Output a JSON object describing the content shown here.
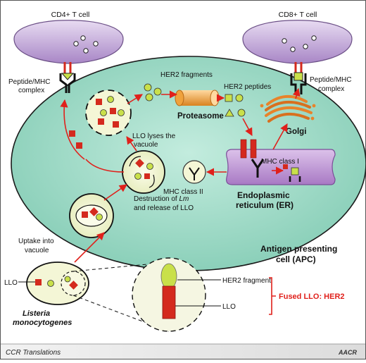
{
  "labels": {
    "cd4_cell": "CD4+ T cell",
    "cd8_cell": "CD8+ T cell",
    "peptide_mhc_left_1": "Peptide/MHC",
    "peptide_mhc_left_2": "complex",
    "peptide_mhc_right_1": "Peptide/MHC",
    "peptide_mhc_right_2": "complex",
    "her2_fragments": "HER2 fragments",
    "her2_peptides": "HER2 peptides",
    "proteasome": "Proteasome",
    "golgi": "Golgi",
    "lysis_1": "LLO lyses the",
    "lysis_2": "vacuole",
    "mhc_class_i": "MHC class I",
    "mhc_class_ii": "MHC class II",
    "er_1": "Endoplasmic",
    "er_2": "reticulum (ER)",
    "destruction_1": "Destruction of",
    "destruction_lm": "Lm",
    "destruction_2": "and release of LLO",
    "uptake_1": "Uptake into",
    "uptake_2": "vacuole",
    "apc_1": "Antigen presenting",
    "apc_2": "cell (APC)",
    "llo_small": "LLO",
    "listeria_1": "Listeria",
    "listeria_2": "monocytogenes",
    "her2_fragment": "HER2 fragment",
    "llo_big": "LLO",
    "fused": "Fused LLO: HER2"
  },
  "footer": {
    "left": "CCR Translations",
    "logo": "AACR"
  },
  "colors": {
    "background": "#ffffff",
    "apc_fill": "#9ed8c6",
    "apc_stroke": "#1a1a1a",
    "tcell_fill": "#c4a7d9",
    "er_fill": "#c49ad8",
    "arrow": "#e0201b",
    "red_block": "#d42a1e",
    "green_dot": "#c9e04a",
    "golgi": "#e8832a",
    "proteasome": "#f0a23c",
    "vacuole_fill": "#f4f6d6",
    "bottom_panel": "#f6f6f6"
  }
}
